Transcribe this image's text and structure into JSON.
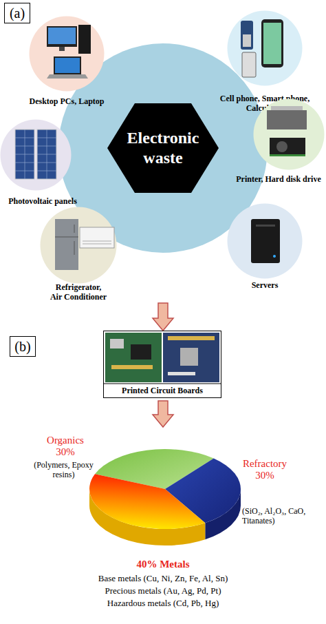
{
  "diagram": {
    "nodes": [
      {
        "text": [
          "(a)"
        ]
      },
      {
        "text": [
          "Desktop PCs, Laptop"
        ]
      },
      {
        "text": [
          "Cell phone, Smart phone, Calculator"
        ]
      },
      {
        "text": [
          "Electronic waste"
        ]
      },
      {
        "text": [
          "Photovoltaic panels"
        ]
      },
      {
        "text": [
          "Printer, Hard disk drive"
        ]
      },
      {
        "text": [
          "Refrigerator, Air Conditioner"
        ]
      },
      {
        "text": [
          "Servers"
        ]
      },
      {
        "text": [
          "(b)"
        ]
      },
      {
        "text": [
          "Printed Circuit Boards"
        ]
      }
    ],
    "labels": [
      "Organics",
      "30%",
      "(Polymers, Epoxy resins)",
      "Refractory",
      "30%",
      "(SiO₂, Al₂O₃, CaO, Titanates)",
      "40% Metals",
      "Base metals (Cu, Ni, Zn, Fe, Al, Sn)",
      "Precious metals (Au, Ag, Pd, Pt)",
      "Hazardous metals (Cd, Pb, Hg)"
    ]
  }
}
